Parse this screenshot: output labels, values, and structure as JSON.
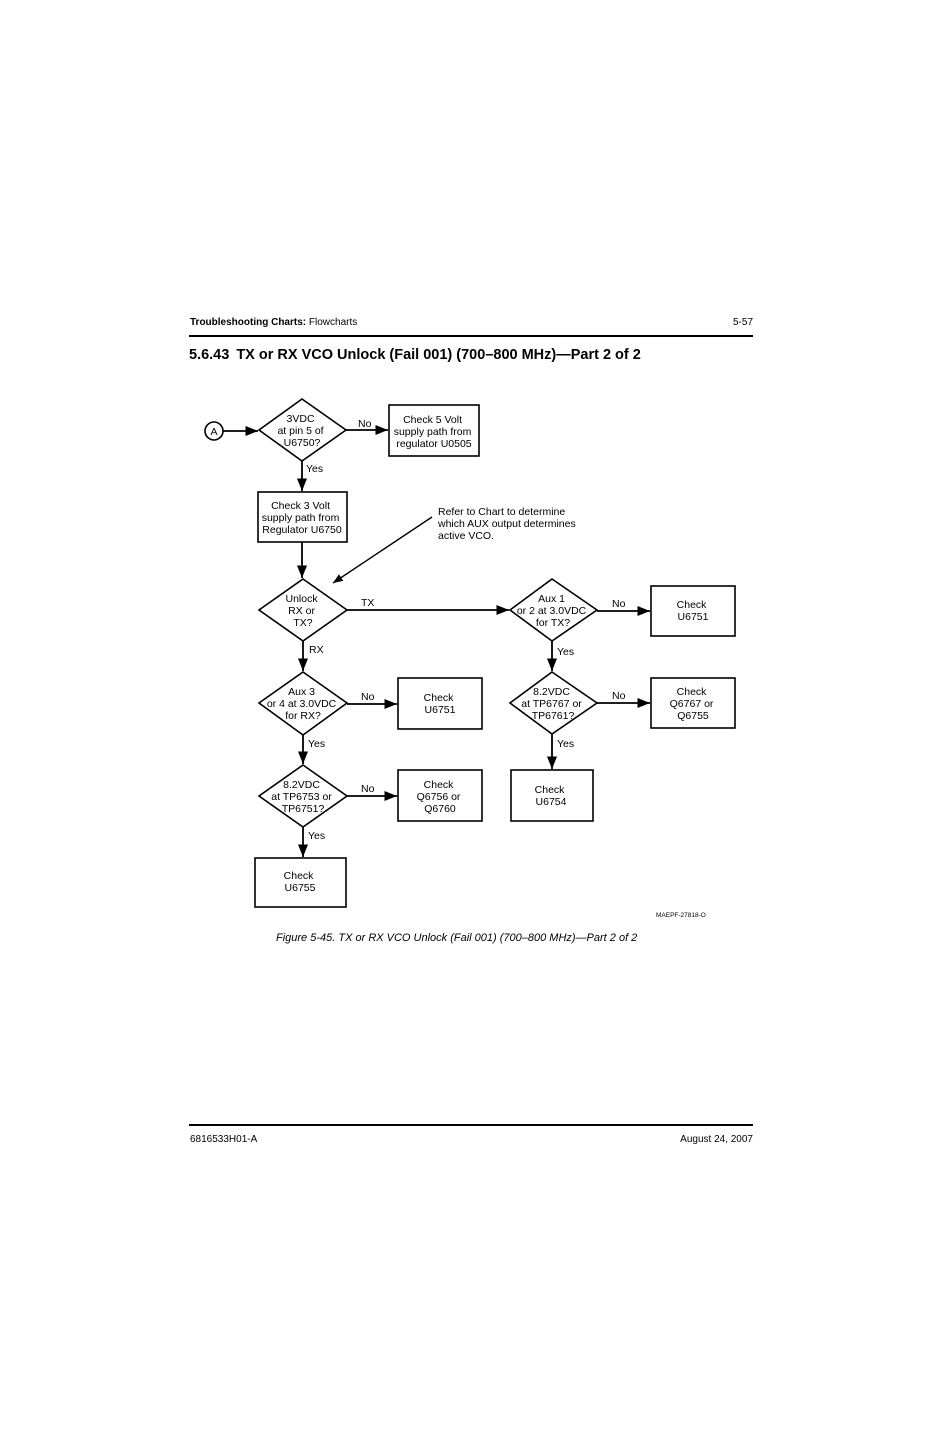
{
  "header": {
    "section_bold": "Troubleshooting Charts:",
    "section_rest": " Flowcharts",
    "page_number": "5-57"
  },
  "title": {
    "number": "5.6.43",
    "text": "TX or RX VCO Unlock (Fail 001) (700–800 MHz)—Part 2 of 2"
  },
  "flowchart": {
    "connector": "A",
    "decision_3vdc": [
      "3VDC",
      "at pin 5 of",
      "U6750?"
    ],
    "box_check5v": [
      "Check 5 Volt",
      "supply path from",
      "regulator U0505"
    ],
    "box_check3v": [
      "Check 3 Volt",
      "supply path from",
      "Regulator U6750"
    ],
    "note": [
      "Refer to Chart to determine",
      "which AUX output determines",
      "active VCO."
    ],
    "decision_unlock": [
      "Unlock",
      "RX or",
      "TX?"
    ],
    "decision_aux12": [
      "Aux 1",
      "or 2 at 3.0VDC",
      "for TX?"
    ],
    "box_u6751_tx": [
      "Check",
      "U6751"
    ],
    "decision_8v_tx": [
      "8.2VDC",
      "at TP6767 or",
      "TP6761?"
    ],
    "box_q6767": [
      "Check",
      "Q6767 or",
      "Q6755"
    ],
    "box_u6754": [
      "Check",
      "U6754"
    ],
    "decision_aux34": [
      "Aux 3",
      "or 4 at 3.0VDC",
      "for RX?"
    ],
    "box_u6751_rx": [
      "Check",
      "U6751"
    ],
    "decision_8v_rx": [
      "8.2VDC",
      "at TP6753 or",
      "TP6751?"
    ],
    "box_q6756": [
      "Check",
      "Q6756 or",
      "Q6760"
    ],
    "box_u6755": [
      "Check",
      "U6755"
    ],
    "labels": {
      "no": "No",
      "yes": "Yes",
      "tx": "TX",
      "rx": "RX"
    }
  },
  "figure": {
    "id": "MAEPF-27818-O",
    "caption": "Figure 5-45.  TX or RX VCO Unlock (Fail 001) (700–800 MHz)—Part 2 of 2"
  },
  "footer": {
    "doc_number": "6816533H01-A",
    "date": "August 24, 2007"
  }
}
